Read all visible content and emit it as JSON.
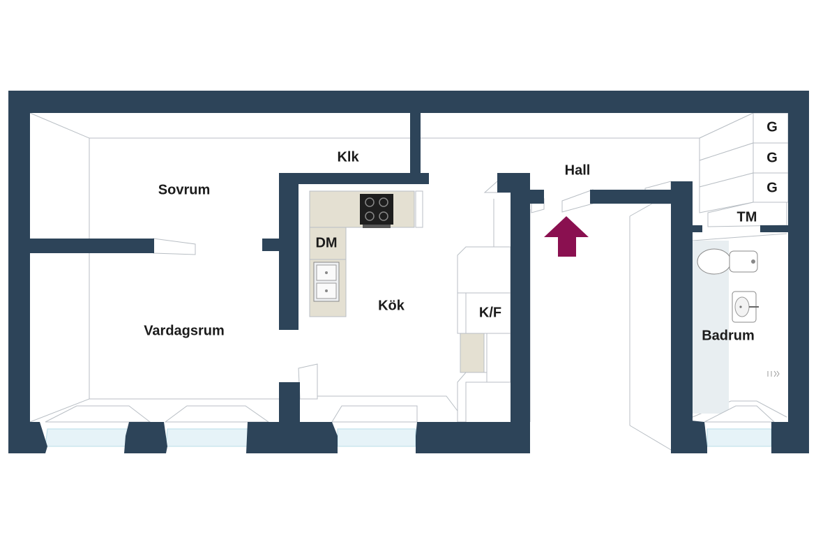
{
  "rooms": {
    "sovrum": "Sovrum",
    "vardagsrum": "Vardagsrum",
    "klk": "Klk",
    "kok": "Kök",
    "hall": "Hall",
    "badrum": "Badrum"
  },
  "fixtures": {
    "dm": "DM",
    "kf": "K/F",
    "tm": "TM",
    "g1": "G",
    "g2": "G",
    "g3": "G"
  },
  "colors": {
    "wall": "#2d4459",
    "entrance_arrow": "#8a1050",
    "counter": "#e4e0d2",
    "window_glass": "#e6f3f8"
  },
  "icons": {
    "entrance": "entrance-arrow-icon",
    "stove": "stove-icon",
    "sink": "sink-icon",
    "toilet": "toilet-icon",
    "washbasin": "washbasin-icon"
  }
}
